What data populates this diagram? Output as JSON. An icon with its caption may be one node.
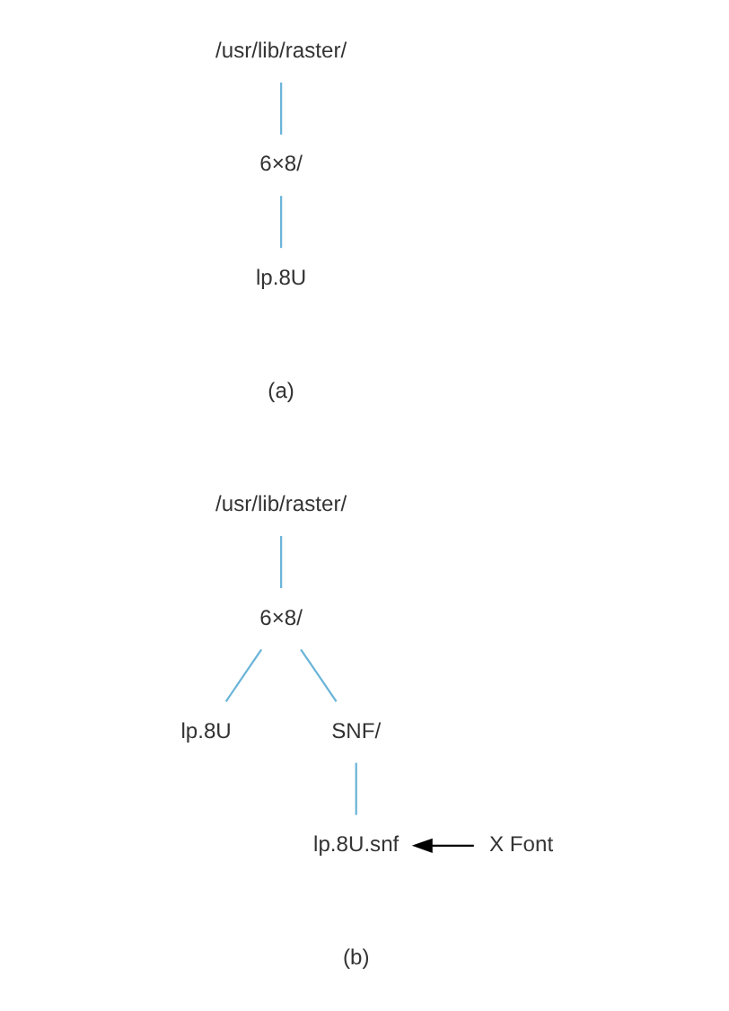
{
  "diagram": {
    "nodes": [
      {
        "text": [
          "/usr/lib/raster/"
        ]
      },
      {
        "text": [
          "6×8/"
        ]
      },
      {
        "text": [
          "lp.8U"
        ]
      },
      {
        "text": [
          "/usr/lib/raster/"
        ]
      },
      {
        "text": [
          "6×8/"
        ]
      },
      {
        "text": [
          "lp.8U"
        ]
      },
      {
        "text": [
          "SNF/"
        ]
      },
      {
        "text": [
          "lp.8U.snf"
        ]
      },
      {
        "text": [
          "X Font"
        ]
      }
    ],
    "edges": [
      {
        "from": 0,
        "to": 1,
        "arrow": "none"
      },
      {
        "from": 1,
        "to": 2,
        "arrow": "none"
      },
      {
        "from": 3,
        "to": 4,
        "arrow": "none"
      },
      {
        "from": 4,
        "to": 5,
        "arrow": "none"
      },
      {
        "from": 4,
        "to": 6,
        "arrow": "none"
      },
      {
        "from": 6,
        "to": 7,
        "arrow": "none"
      },
      {
        "from": 8,
        "to": 7,
        "arrow": "to",
        "color": "#000000"
      }
    ],
    "labels": [
      "(a)",
      "(b)"
    ]
  }
}
